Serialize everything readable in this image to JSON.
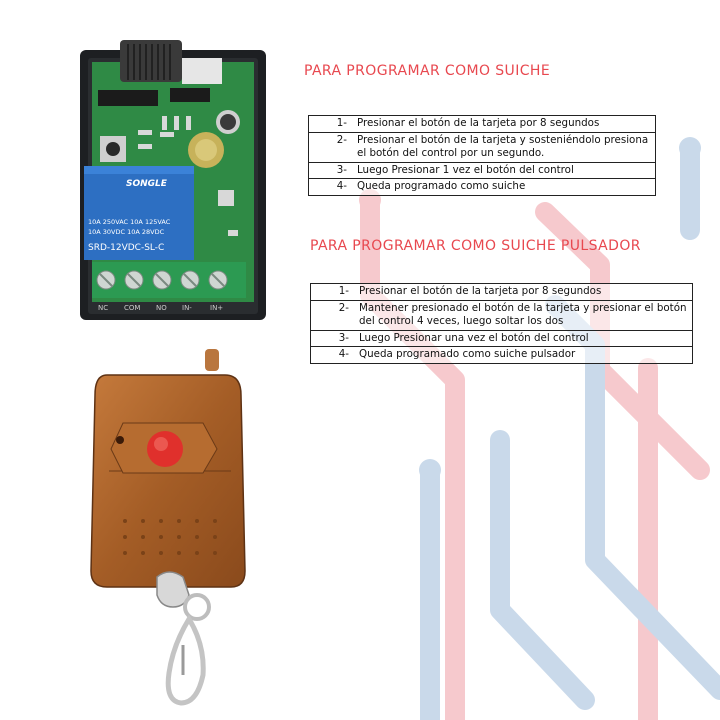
{
  "section1": {
    "title": "PARA PROGRAMAR  COMO SUICHE",
    "steps": [
      {
        "num": "1-",
        "text": "Presionar el botón de la tarjeta por 8 segundos"
      },
      {
        "num": "2-",
        "text": "Presionar el botón de la tarjeta y sosteniéndolo presiona el botón del control por un segundo."
      },
      {
        "num": "3-",
        "text": "Luego Presionar 1 vez el botón del control"
      },
      {
        "num": "4-",
        "text": "Queda programado como suiche"
      }
    ]
  },
  "section2": {
    "title": "PARA PROGRAMAR COMO SUICHE PULSADOR",
    "steps": [
      {
        "num": "1-",
        "text": "Presionar el botón de la tarjeta por 8 segundos"
      },
      {
        "num": "2-",
        "text": "Mantener presionado el botón de la tarjeta y presionar el botón del control 4 veces, luego soltar los dos"
      },
      {
        "num": "3-",
        "text": "Luego Presionar una vez el botón del control"
      },
      {
        "num": "4-",
        "text": "Queda programado como suiche pulsador"
      }
    ]
  },
  "relay": {
    "brand": "SONGLE",
    "spec1": "10A 250VAC  10A 125VAC",
    "spec2": "10A  30VDC  10A  28VDC",
    "model": "SRD-12VDC-SL-C",
    "terminals": [
      "NC",
      "COM",
      "NO",
      "IN-",
      "IN+"
    ]
  },
  "colors": {
    "accent": "#e8484f",
    "deco_red": "#f6c9cd",
    "deco_blue": "#c9d9ea"
  },
  "icons": {
    "receiver": "receiver-board-photo",
    "remote": "remote-control-photo"
  }
}
